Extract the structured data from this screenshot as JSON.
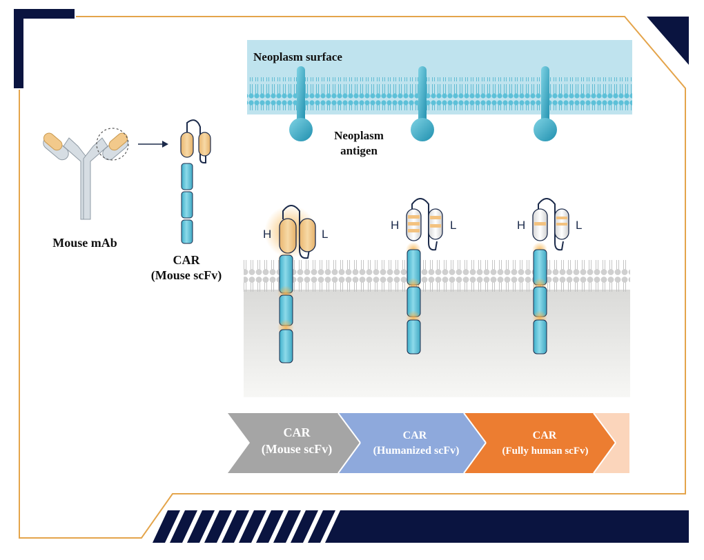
{
  "colors": {
    "navy": "#0a1440",
    "gold": "#e4a44a",
    "membrane_blue": "#bfe3ee",
    "antigen_teal": "#2aa3c0",
    "car_segment": "#5cc2d8",
    "mouse_domain": "#f2c98b",
    "antibody_gray": "#d6dde3",
    "arrow_gray": "#a5a5a5",
    "arrow_blue": "#8ea9dc",
    "arrow_orange": "#ec7d31",
    "arrow_peach": "#fbd5bb"
  },
  "icons": [
    "antibody-icon",
    "car-receptor-icon",
    "antigen-icon",
    "cell-membrane-icon"
  ],
  "labels": {
    "neoplasm_surface": "Neoplasm surface",
    "neoplasm_antigen_line1": "Neoplasm",
    "neoplasm_antigen_line2": "antigen",
    "mouse_mab": "Mouse mAb",
    "car_line1": "CAR",
    "car_line2": "(Mouse scFv)",
    "heavy": "H",
    "light": "L"
  },
  "progression": [
    {
      "line1": "CAR",
      "line2": "(Mouse scFv)"
    },
    {
      "line1": "CAR",
      "line2": "(Humanized scFv)"
    },
    {
      "line1": "CAR",
      "line2": "(Fully human scFv)"
    }
  ]
}
